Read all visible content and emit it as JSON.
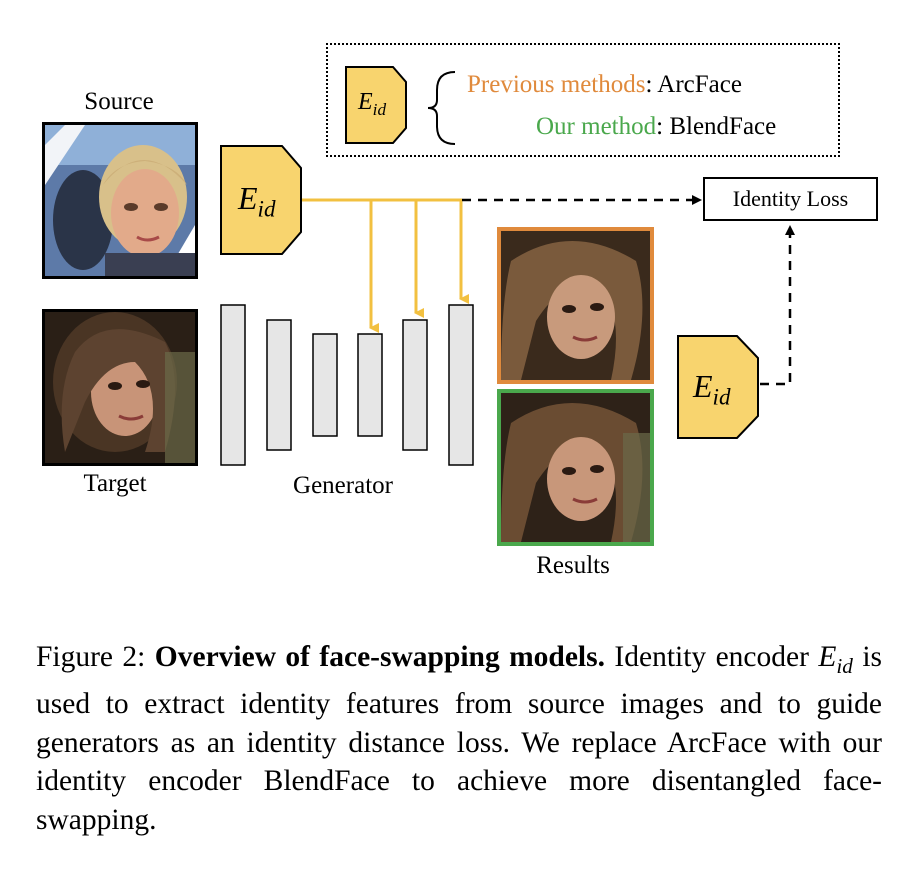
{
  "figure": {
    "source_label": "Source",
    "target_label": "Target",
    "generator_label": "Generator",
    "results_label": "Results",
    "identity_loss_label": "Identity Loss",
    "encoder_symbol": "E",
    "encoder_subscript": "id",
    "legend": {
      "previous_label": "Previous methods",
      "previous_value": ": ArcFace",
      "ours_label": "Our method",
      "ours_value": ": BlendFace"
    },
    "colors": {
      "encoder_fill": "#f8d46e",
      "arrow_yellow": "#f2c040",
      "previous_orange": "#e08a3c",
      "ours_green": "#4aa84c",
      "generator_block": "#e6e6e6"
    }
  },
  "caption": {
    "prefix": "Figure 2:  ",
    "bold": "Overview of face-swapping models.",
    "part1": "  Identity encoder ",
    "math_symbol": "E",
    "math_sub": "id",
    "part2": " is used to extract identity features from source images and to guide generators as an identity distance loss. We replace ArcFace with our identity encoder BlendFace to achieve more disentangled face-swapping."
  }
}
